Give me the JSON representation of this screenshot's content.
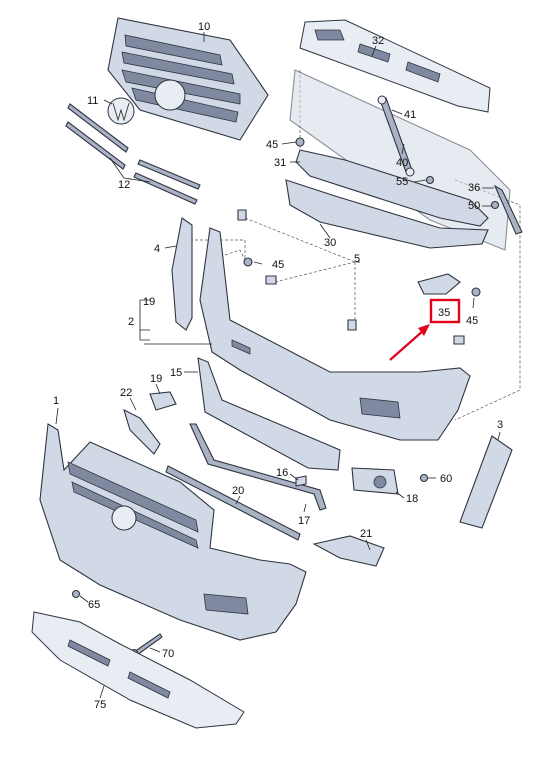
{
  "diagram": {
    "callouts": [
      "10",
      "32",
      "11",
      "41",
      "45",
      "31",
      "40",
      "55",
      "12",
      "36",
      "50",
      "30",
      "4",
      "45",
      "5",
      "19",
      "35",
      "2",
      "45",
      "15",
      "22",
      "19",
      "3",
      "1",
      "16",
      "60",
      "18",
      "20",
      "17",
      "21",
      "65",
      "70",
      "75"
    ],
    "highlight": {
      "label": "35",
      "color": "#e3001b"
    },
    "colors": {
      "part_fill": "#d2d9e6",
      "outline": "#2f3440",
      "arrow": "#e3001b"
    }
  }
}
